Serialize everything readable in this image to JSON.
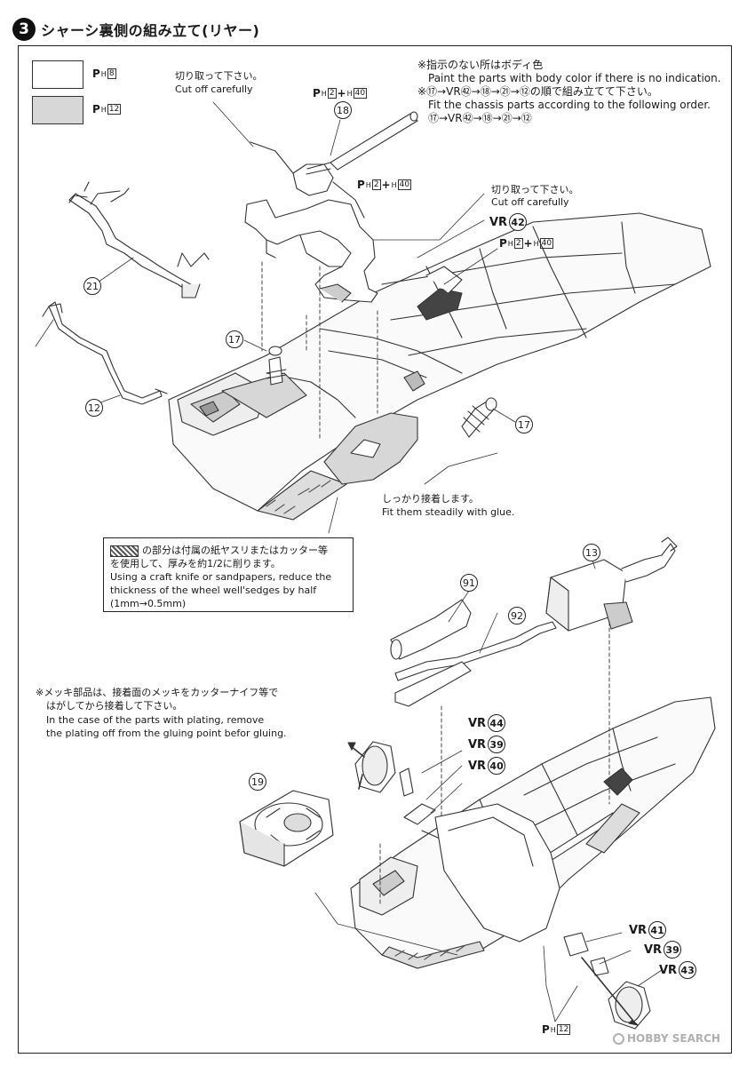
{
  "header": {
    "step_number": "3",
    "title": "シャーシ裏側の組み立て(リヤー)"
  },
  "legend": [
    {
      "ph_prefix": "P",
      "ph_sub": "H",
      "code": "8",
      "color": "#ffffff"
    },
    {
      "ph_prefix": "P",
      "ph_sub": "H",
      "code": "12",
      "color": "#d7d7d7"
    }
  ],
  "notes": {
    "cut_off_jp_1": "切り取って下さい。",
    "cut_off_en_1": "Cut off carefully",
    "cut_off_jp_2": "切り取って下さい。",
    "cut_off_en_2": "Cut off carefully",
    "body_color_jp": "※指示のない所はボディ色",
    "body_color_en": "Paint the parts with body color if there is no indication.",
    "order_jp": "※⑰→VR㊷→⑱→㉑→⑫の順で組み立てて下さい。",
    "order_en": "Fit the chassis parts according to the following order.",
    "order_seq": "⑰→VR㊷→⑱→㉑→⑫",
    "glue_jp": "しっかり接着します。",
    "glue_en": "Fit them steadily with glue.",
    "plating_jp_1": "※メッキ部品は、接着面のメッキをカッターナイフ等で",
    "plating_jp_2": "はがしてから接着して下さい。",
    "plating_en_1": "In the case of the parts with plating, remove",
    "plating_en_2": "the plating off from the gluing point befor gluing."
  },
  "sanding_box": {
    "jp_1": "の部分は付属の紙ヤスリまたはカッター等",
    "jp_2": "を使用して、厚みを約1/2に削ります。",
    "en_1": "Using a craft knife or sandpapers, reduce the",
    "en_2": "thickness of the wheel well'sedges by half",
    "en_3": "(1mm→0.5mm)"
  },
  "paint_codes": {
    "p1": {
      "prefix": "P",
      "sub": "H",
      "a": "2",
      "plus": "+",
      "hsub": "H",
      "b": "40"
    },
    "p2": {
      "prefix": "P",
      "sub": "H",
      "a": "2",
      "plus": "+",
      "hsub": "H",
      "b": "40"
    },
    "p3": {
      "prefix": "P",
      "sub": "H",
      "a": "2",
      "plus": "+",
      "hsub": "H",
      "b": "40"
    },
    "p4": {
      "prefix": "P",
      "sub": "H",
      "a": "12"
    }
  },
  "parts": {
    "p18": "18",
    "p21": "21",
    "p12": "12",
    "p17a": "17",
    "p17b": "17",
    "p13": "13",
    "p91": "91",
    "p92": "92",
    "p19": "19"
  },
  "vr_labels": {
    "vr42": {
      "prefix": "VR",
      "num": "42"
    },
    "vr44": {
      "prefix": "VR",
      "num": "44"
    },
    "vr39a": {
      "prefix": "VR",
      "num": "39"
    },
    "vr40": {
      "prefix": "VR",
      "num": "40"
    },
    "vr41": {
      "prefix": "VR",
      "num": "41"
    },
    "vr39b": {
      "prefix": "VR",
      "num": "39"
    },
    "vr43": {
      "prefix": "VR",
      "num": "43"
    }
  },
  "watermark": "HOBBY SEARCH"
}
